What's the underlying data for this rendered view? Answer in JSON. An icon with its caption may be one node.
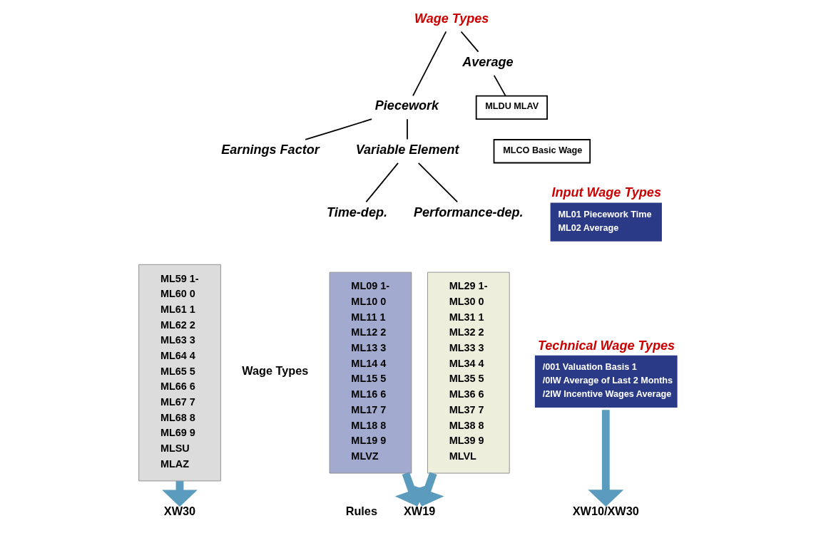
{
  "diagram": {
    "nodes": [
      {
        "text": [
          "Wage Types"
        ]
      },
      {
        "text": [
          "Piecework"
        ]
      },
      {
        "text": [
          "Average"
        ]
      },
      {
        "text": [
          "Variable Element"
        ]
      },
      {
        "text": [
          "Earnings Factor"
        ]
      },
      {
        "text": [
          "Time-dep."
        ]
      },
      {
        "text": [
          "Performance-dep."
        ]
      },
      {
        "text": [
          "MLDU MLAV"
        ]
      },
      {
        "text": [
          "ML09 1-",
          "ML10 0",
          "ML11 1",
          "ML12 2",
          "ML13 3",
          "ML14 4",
          "ML15 5",
          "ML16 6",
          "ML17 7",
          "ML18 8",
          "ML19 9",
          "MLVZ"
        ]
      },
      {
        "text": [
          "ML29 1-",
          "ML30 0",
          "ML31 1",
          "ML32 2",
          "ML33 3",
          "ML34 4",
          "ML35 5",
          "ML36 6",
          "ML37 7",
          "ML38 8",
          "ML39 9",
          "MLVL"
        ]
      },
      {
        "text": [
          "ML59 1-",
          "ML60 0",
          "ML61 1",
          "ML62 2",
          "ML63 3",
          "ML64 4",
          "ML65 5",
          "ML66 6",
          "ML67 7",
          "ML68 8",
          "ML69 9",
          "MLSU",
          "MLAZ"
        ]
      },
      {
        "text": [
          "MLCO Basic Wage"
        ]
      },
      {
        "text": [
          "Input Wage Types",
          "ML01 Piecework Time",
          "ML02 Average"
        ]
      },
      {
        "text": [
          "Technical Wage Types",
          "/001 Valuation Basis 1",
          "/0IW Average of Last 2 Months",
          "/2IW Incentive Wages Average"
        ]
      },
      {
        "text": [
          "XW19"
        ]
      },
      {
        "text": [
          "XW30"
        ]
      },
      {
        "text": [
          "XW10/XW30"
        ]
      }
    ],
    "edges": [
      {
        "from": 0,
        "to": 1,
        "arrow": "none"
      },
      {
        "from": 0,
        "to": 2,
        "arrow": "none"
      },
      {
        "from": 1,
        "to": 3,
        "arrow": "none"
      },
      {
        "from": 1,
        "to": 4,
        "arrow": "none"
      },
      {
        "from": 2,
        "to": 7,
        "arrow": "none"
      },
      {
        "from": 3,
        "to": 5,
        "arrow": "none"
      },
      {
        "from": 3,
        "to": 6,
        "arrow": "none"
      },
      {
        "from": 8,
        "to": 14,
        "arrow": "to",
        "style": "thick",
        "color": "#5b9bbd"
      },
      {
        "from": 9,
        "to": 14,
        "arrow": "to",
        "style": "thick",
        "color": "#5b9bbd"
      },
      {
        "from": 10,
        "to": 15,
        "arrow": "to",
        "style": "thick",
        "color": "#5b9bbd"
      },
      {
        "from": 13,
        "to": 16,
        "arrow": "to",
        "style": "thick",
        "color": "#5b9bbd"
      }
    ],
    "labels": [
      "Wage Types",
      "Rules"
    ]
  }
}
